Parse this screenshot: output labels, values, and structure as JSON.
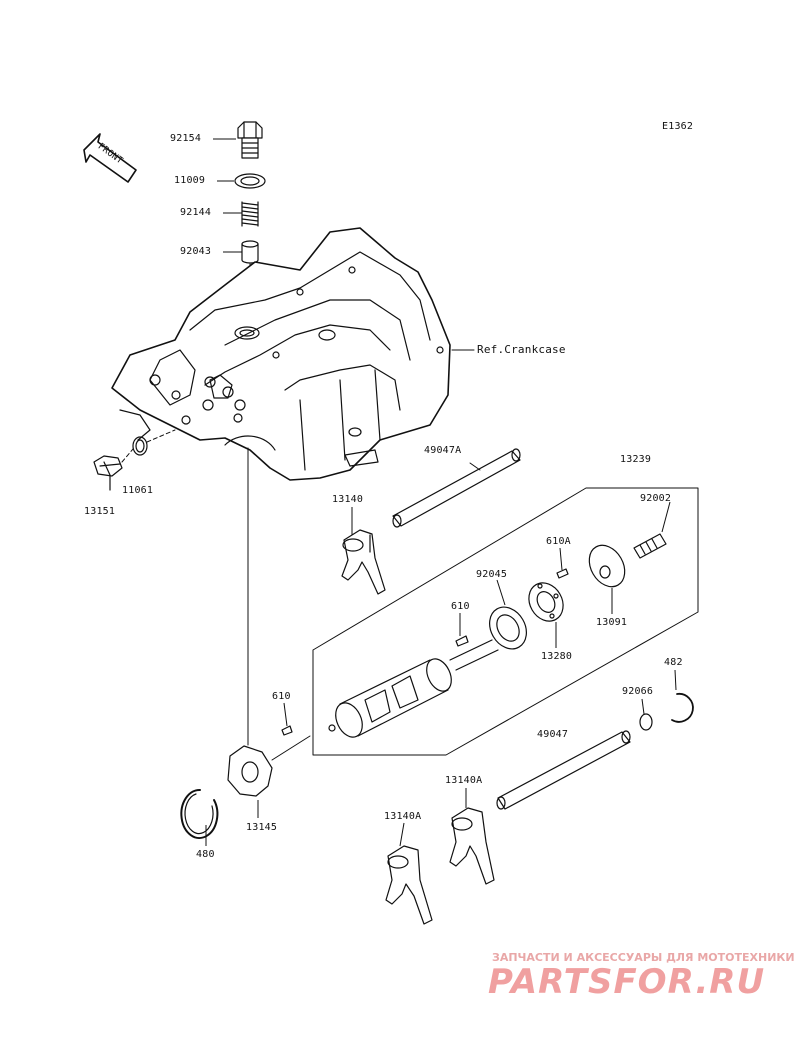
{
  "diagram_code": "E1362",
  "front_label": "FRONT",
  "reference": "Ref.Crankcase",
  "parts": {
    "p92154": "92154",
    "p11009": "11009",
    "p92144": "92144",
    "p92043": "92043",
    "p13151": "13151",
    "p11061": "11061",
    "p49047A": "49047A",
    "p13239": "13239",
    "p92002": "92002",
    "p13140": "13140",
    "p610A": "610A",
    "p92045": "92045",
    "p13091": "13091",
    "p610b": "610",
    "p13280": "13280",
    "p482": "482",
    "p92066": "92066",
    "p610c": "610",
    "p49047": "49047",
    "p13140A_a": "13140A",
    "p13140A_b": "13140A",
    "p13145": "13145",
    "p480": "480"
  },
  "watermark": {
    "subtitle": "ЗАПЧАСТИ И АКСЕССУАРЫ ДЛЯ МОТОТЕХНИКИ",
    "brand": "PARTSFOR.RU",
    "color": "#f0a0a0"
  }
}
